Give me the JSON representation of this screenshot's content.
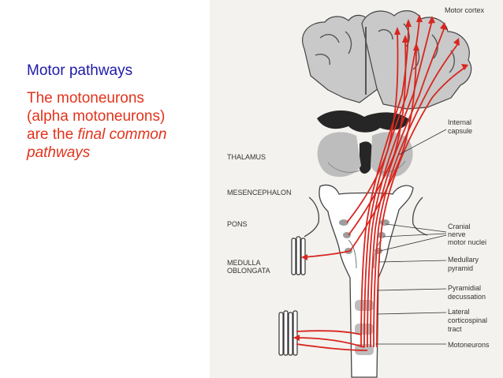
{
  "slide": {
    "title": "Motor pathways",
    "body_lines": [
      "The motoneurons",
      "(alpha motoneurons)",
      "are the ",
      "final common",
      "pathways"
    ]
  },
  "figure": {
    "left_labels": {
      "thalamus": "THALAMUS",
      "mesencephalon": "MESENCEPHALON",
      "pons": "PONS",
      "medulla_1": "MEDULLA",
      "medulla_2": "OBLONGATA"
    },
    "right_labels": {
      "motor_cortex": "Motor cortex",
      "internal_capsule_1": "Internal",
      "internal_capsule_2": "capsule",
      "cranial_1": "Cranial",
      "cranial_2": "nerve",
      "cranial_3": "motor nuclei",
      "medullary_1": "Medullary",
      "medullary_2": "pyramid",
      "pyramidial_1": "Pyramidial",
      "pyramidial_2": "decussation",
      "lateral_1": "Lateral",
      "lateral_2": "corticospinal",
      "lateral_3": "tract",
      "motoneurons": "Motoneurons"
    },
    "colors": {
      "pathway": "#d8261f",
      "tissue": "#bdbdbd",
      "dark_tissue": "#262626",
      "outline": "#444444",
      "background": "#f3f2ee"
    }
  }
}
